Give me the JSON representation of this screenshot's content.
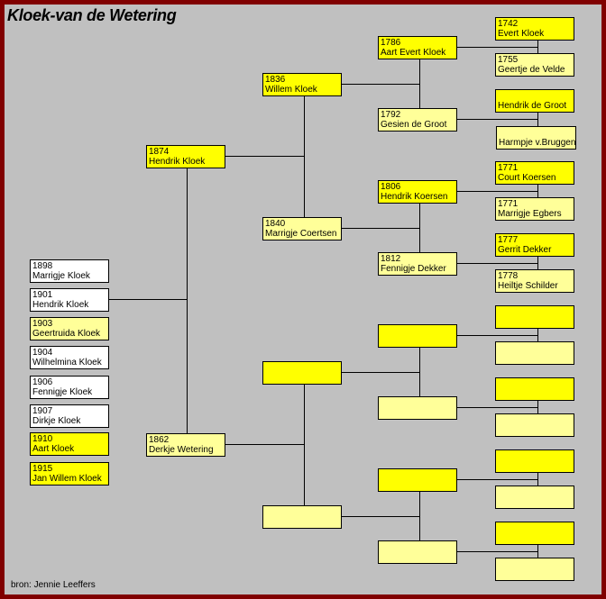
{
  "title": "Kloek-van de Wetering",
  "source": "bron: Jennie Leeffers",
  "colors": {
    "frame": "#800000",
    "background": "#c0c0c0",
    "male": "#ffff00",
    "female": "#ffff99",
    "child_other": "#ffffff"
  },
  "children": [
    {
      "year": "1898",
      "name": "Marrigje Kloek"
    },
    {
      "year": "1901",
      "name": "Hendrik Kloek"
    },
    {
      "year": "1903",
      "name": "Geertruida Kloek"
    },
    {
      "year": "1904",
      "name": "Wilhelmina Kloek"
    },
    {
      "year": "1906",
      "name": "Fennigje Kloek"
    },
    {
      "year": "1907",
      "name": "Dirkje Kloek"
    },
    {
      "year": "1910",
      "name": "Aart Kloek"
    },
    {
      "year": "1915",
      "name": "Jan Willem Kloek"
    }
  ],
  "parents": [
    {
      "year": "1874",
      "name": "Hendrik Kloek"
    },
    {
      "year": "1862",
      "name": "Derkje Wetering"
    }
  ],
  "grandparents": [
    {
      "year": "1836",
      "name": "Willem Kloek"
    },
    {
      "year": "1840",
      "name": "Marrigje Coertsen"
    }
  ],
  "great_grandparents": [
    {
      "year": "1786",
      "name": "Aart Evert Kloek"
    },
    {
      "year": "1792",
      "name": "Gesien de Groot"
    },
    {
      "year": "1806",
      "name": "Hendrik Koersen"
    },
    {
      "year": "1812",
      "name": "Fennigje Dekker"
    }
  ],
  "gg_grandparents": [
    {
      "year": "1742",
      "name": "Evert Kloek"
    },
    {
      "year": "1755",
      "name": "Geertje de Velde"
    },
    {
      "year": "",
      "name": "Hendrik de Groot"
    },
    {
      "year": "",
      "name": "Harmpje v.Bruggen"
    },
    {
      "year": "1771",
      "name": "Court Koersen"
    },
    {
      "year": "1771",
      "name": "Marrigje Egbers"
    },
    {
      "year": "1777",
      "name": "Gerrit Dekker"
    },
    {
      "year": "1778",
      "name": "Heiltje Schilder"
    }
  ]
}
